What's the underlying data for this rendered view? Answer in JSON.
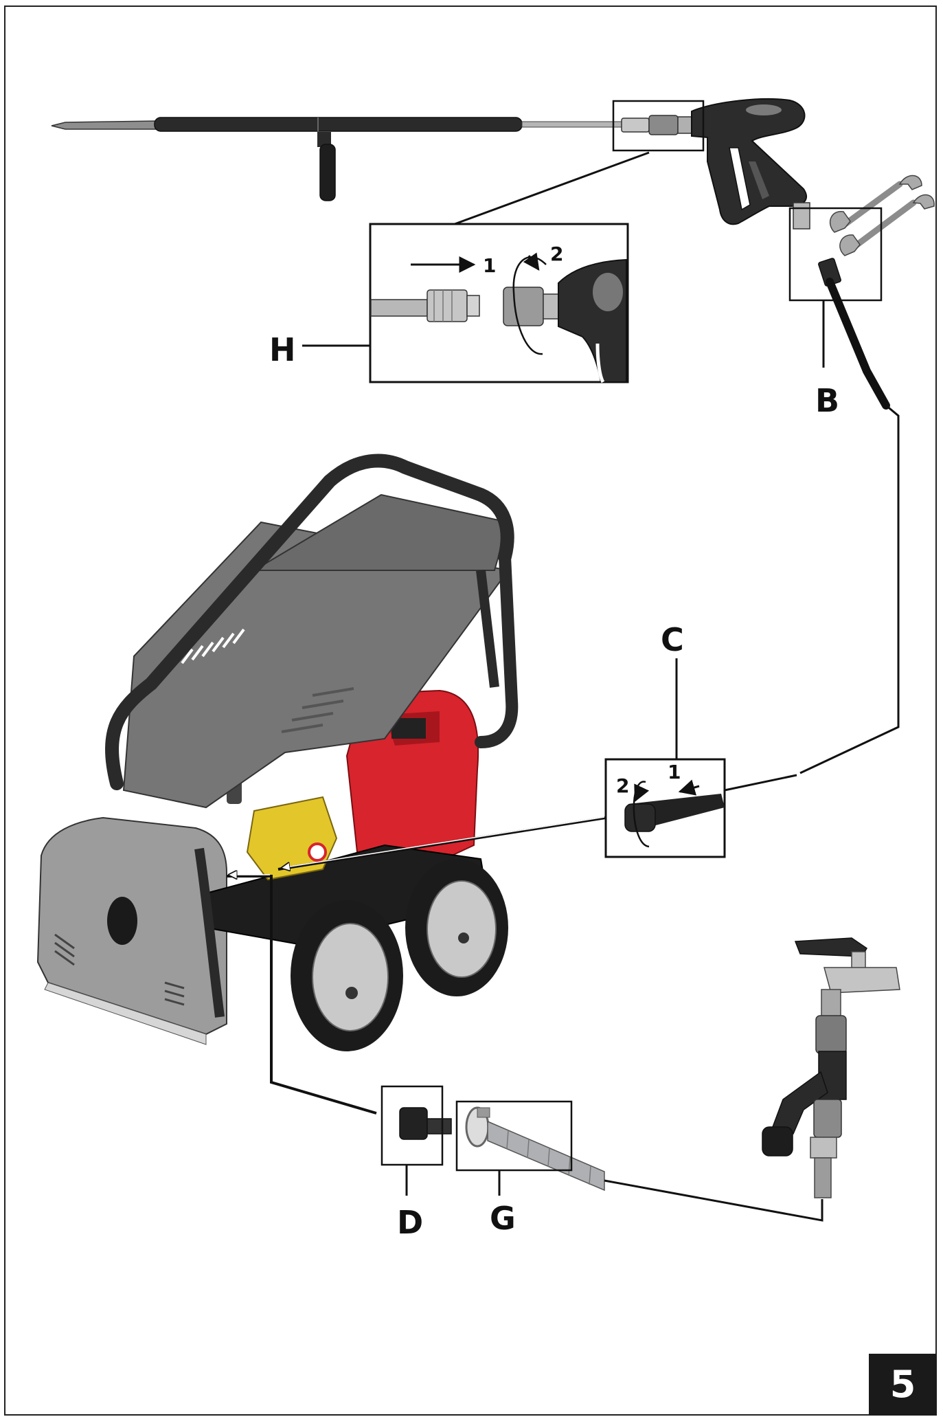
{
  "callouts": {
    "H": "H",
    "B": "B",
    "C": "C",
    "D": "D",
    "G": "G"
  },
  "steps": {
    "h_push": "1",
    "h_turn": "2",
    "c_push": "1",
    "c_turn": "2"
  },
  "page_number": "5",
  "colors": {
    "outline": "#111111",
    "body_red": "#d8242d",
    "frame_grey": "#6e6e6e",
    "pump_yellow": "#e3c62a",
    "tire_black": "#1b1b1b",
    "housing_steel": "#9a9a9a"
  }
}
